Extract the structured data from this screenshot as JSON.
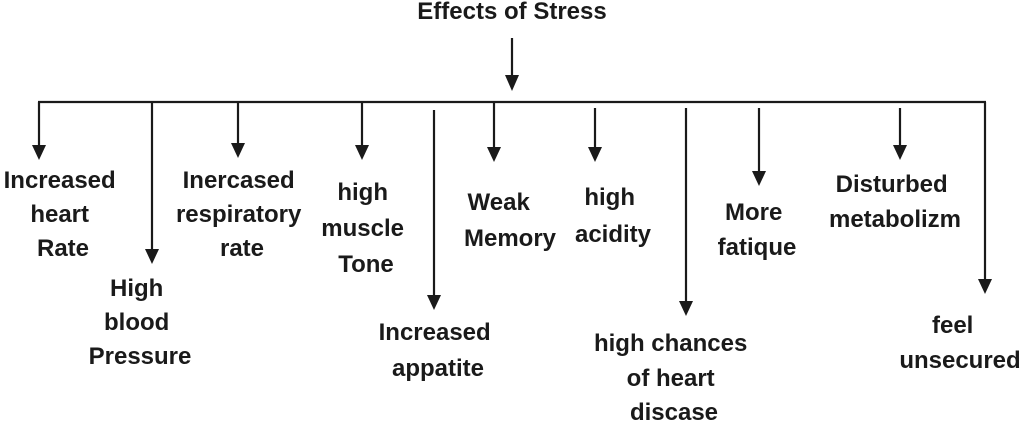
{
  "title": "Effects of Stress",
  "effects": [
    {
      "lines": [
        "Increased",
        "heart",
        "Rate"
      ]
    },
    {
      "lines": [
        "High",
        "blood",
        "Pressure"
      ]
    },
    {
      "lines": [
        "Inercased",
        "respiratory",
        "rate"
      ]
    },
    {
      "lines": [
        "high",
        "muscle",
        "Tone"
      ]
    },
    {
      "lines": [
        "Increased",
        "appatite"
      ]
    },
    {
      "lines": [
        "Weak",
        "Memory"
      ]
    },
    {
      "lines": [
        "high",
        "acidity"
      ]
    },
    {
      "lines": [
        "high chances",
        "of heart",
        "discase"
      ]
    },
    {
      "lines": [
        "More",
        "fatique"
      ]
    },
    {
      "lines": [
        "Disturbed",
        "metabolizm"
      ]
    },
    {
      "lines": [
        "feel",
        "unsecured"
      ]
    }
  ]
}
